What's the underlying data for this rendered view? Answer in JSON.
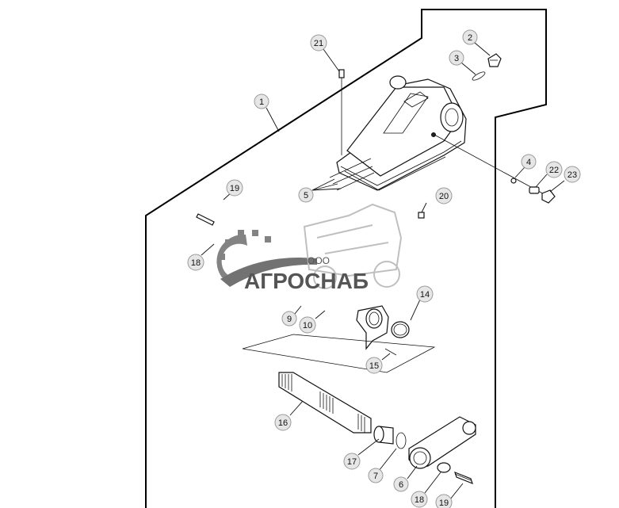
{
  "callouts": [
    {
      "id": "c1",
      "label": "1"
    },
    {
      "id": "c2",
      "label": "2"
    },
    {
      "id": "c3",
      "label": "3"
    },
    {
      "id": "c4",
      "label": "4"
    },
    {
      "id": "c5",
      "label": "5"
    },
    {
      "id": "c6",
      "label": "6"
    },
    {
      "id": "c7",
      "label": "7"
    },
    {
      "id": "c9",
      "label": "9"
    },
    {
      "id": "c10",
      "label": "10"
    },
    {
      "id": "c14",
      "label": "14"
    },
    {
      "id": "c15",
      "label": "15"
    },
    {
      "id": "c16",
      "label": "16"
    },
    {
      "id": "c17",
      "label": "17"
    },
    {
      "id": "c18a",
      "label": "18"
    },
    {
      "id": "c18b",
      "label": "18"
    },
    {
      "id": "c19a",
      "label": "19"
    },
    {
      "id": "c19b",
      "label": "19"
    },
    {
      "id": "c20",
      "label": "20"
    },
    {
      "id": "c21",
      "label": "21"
    },
    {
      "id": "c22",
      "label": "22"
    },
    {
      "id": "c23",
      "label": "23"
    }
  ],
  "watermark": {
    "company_prefix": "ООО",
    "company_name": "АГРОСНАБ",
    "colors": {
      "gear": "#6e6e6e",
      "swoosh": "#5a5a5a",
      "text": "#555555"
    }
  }
}
